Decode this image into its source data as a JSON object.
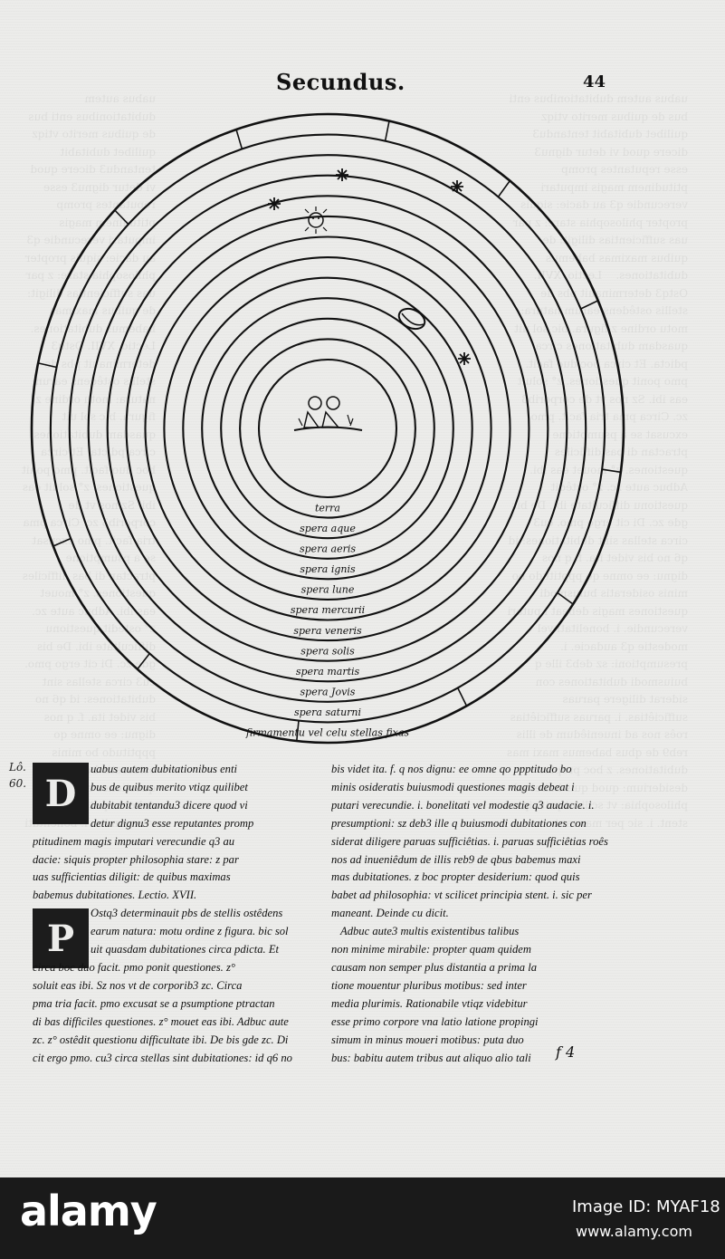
{
  "header": {
    "running_title": "Secundus.",
    "folio": "44"
  },
  "diagram": {
    "labels": [
      "terra",
      "spera aque",
      "spera aeris",
      "spera ignis",
      "spera lune",
      "spera mercurii",
      "spera veneris",
      "spera solis",
      "spera martis",
      "spera Jovis",
      "spera saturni",
      "firmamentu vel celu stellas fixas"
    ]
  },
  "margin_note": "Lô.\n60.",
  "left_column": {
    "initial_1": "D",
    "initial_2": "P",
    "lines": [
      "uabus autem dubitationibus enti",
      "bus de quibus merito vtiqz quilibet",
      "dubitabit tentandu3 dicere quod vi",
      "detur dignu3 esse reputantes promp",
      "ptitudinem magis imputari verecundie q3 au",
      "dacie: siquis propter philosophia stare: z par",
      "uas sufficientias diligit: de quibus maximas",
      "babemus dubitationes.    Lectio. XVII.",
      "Ostq3 determinauit pbs de stellis ostêdens",
      "earum natura: motu ordine z figura. bic sol",
      "uit quasdam dubitationes circa pdicta. Et",
      "circa boc duo facit. pmo ponit questiones. z°",
      "soluit eas ibi. Sz nos vt de corporib3 zc. Circa",
      "pma tria facit. pmo excusat se a psumptione ptractan",
      "di bas difficiles questiones. z° mouet eas ibi. Adbuc aute",
      "zc. z° ostêdit questionu difficultate ibi. De bis gde zc. Di",
      "cit ergo pmo. cu3 circa stellas sint dubitationes: id q6 no"
    ]
  },
  "right_column": {
    "lines": [
      "bis videt ita. f. q nos dignu: ee omne qo ppptitudo bo",
      "minis osideratis buiusmodi questiones magis debeat i",
      "putari verecundie. i. bonelitati vel modestie q3 audacie. i.",
      "presumptioni: sz deb3 ille q buiusmodi dubitationes con",
      "siderat diligere paruas sufficiêtias. i. paruas sufficiêtias roês",
      "nos ad inueniêdum de illis reb9 de qbus babemus maxi",
      "mas dubitationes. z boc propter desiderium: quod quis",
      "babet ad philosophia: vt scilicet principia stent. i. sic per",
      "maneant.  Deinde cu dicit.",
      "Adbuc aute3 multis existentibus talibus",
      "non minime mirabile: propter quam quidem",
      "causam non semper plus distantia a prima la",
      "tione mouentur pluribus motibus: sed inter",
      "media plurimis. Rationabile vtiqz videbitur",
      "esse primo corpore vna latio latione propingi",
      "simum in minus moueri motibus: puta duo",
      "bus: babitu autem tribus aut aliquo alio tali"
    ]
  },
  "footer": {
    "signature": "f 4"
  },
  "watermark": {
    "logo": "alamy",
    "image_id": "Image ID: MYAF18",
    "url": "www.alamy.com"
  }
}
